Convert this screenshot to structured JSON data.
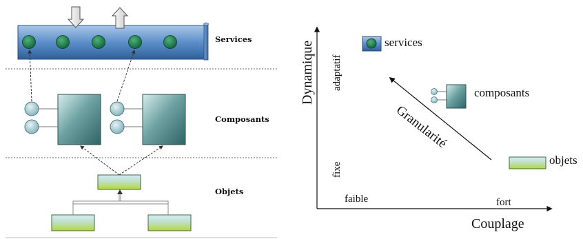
{
  "left_diagram": {
    "layers": {
      "services": "Services",
      "composants": "Composants",
      "objets": "Objets"
    }
  },
  "right_diagram": {
    "y_axis_label": "Dynamique",
    "x_axis_label": "Couplage",
    "y_ticks": {
      "top": "adaptatif",
      "bottom": "fixe"
    },
    "x_ticks": {
      "left": "faible",
      "right": "fort"
    },
    "arrow_label": "Granularité",
    "items": {
      "services": "services",
      "composants": "composants",
      "objets": "objets"
    }
  },
  "colors": {
    "service_bus": "#5c8fc9",
    "service_dot": "#1f7a4a",
    "component_box": "#4f8a8a",
    "object_top": "#cde6f2",
    "object_bottom": "#b7d640",
    "connector": "#9fc3c9"
  }
}
